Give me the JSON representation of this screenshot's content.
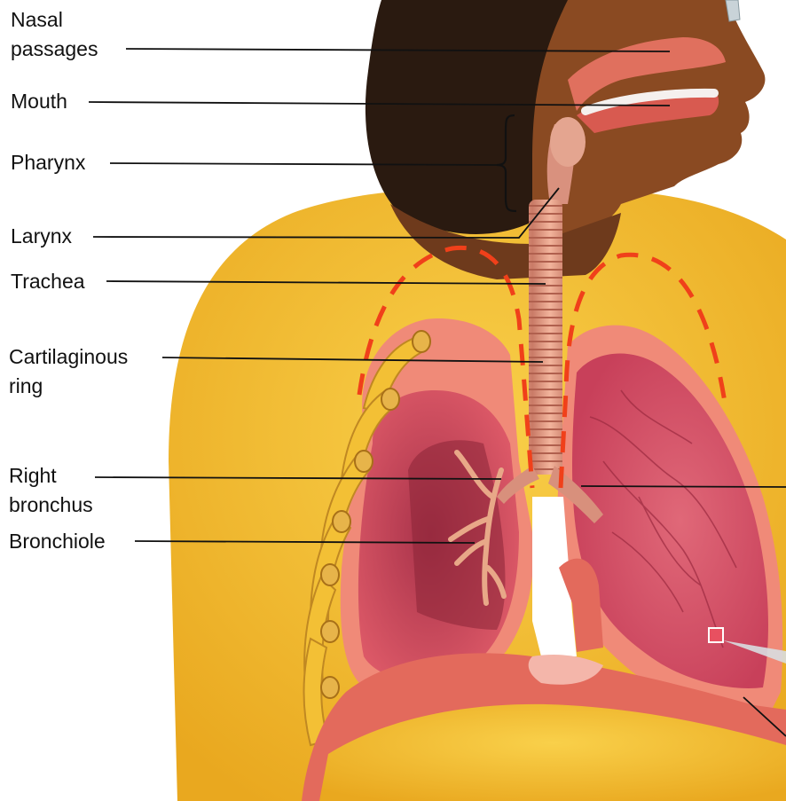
{
  "diagram": {
    "labels": {
      "nasal_line1": "Nasal",
      "nasal_line2": "passages",
      "mouth": "Mouth",
      "pharynx": "Pharynx",
      "larynx": "Larynx",
      "trachea": "Trachea",
      "cartilage_line1": "Cartilaginous",
      "cartilage_line2": "ring",
      "rbronchus_line1": "Right",
      "rbronchus_line2": "bronchus",
      "bronchiole": "Bronchiole"
    },
    "colors": {
      "body_skin": "#f3c035",
      "head_skin": "#8a4a22",
      "hair": "#2a1a10",
      "lung_outer": "#f08a78",
      "lung_inner": "#d9505e",
      "trachea": "#e8a08a",
      "diaphragm": "#e36a5c",
      "dashed_outline": "#f0401a"
    }
  }
}
